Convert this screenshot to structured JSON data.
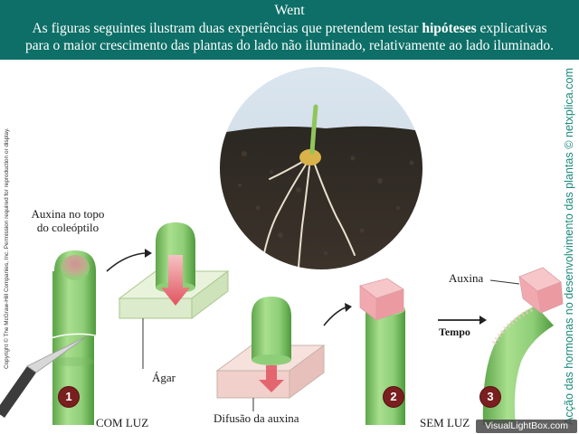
{
  "header": {
    "title": "Went",
    "line1_pre": "As figuras seguintes ilustram duas experiências que pretendem testar ",
    "line1_bold": "hipóteses",
    "line1_post": " explicativas",
    "line2": "para o maior crescimento das plantas do lado não iluminado, relativamente ao lado iluminado."
  },
  "side_credit": "Acção das hormonas no desenvolvimento das plantas © netxplica.com",
  "copyright": "Copyright © The McGraw-Hill Companies, Inc. Permission required for reproduction or display.",
  "labels": {
    "auxin_top_line1": "Auxina no topo",
    "auxin_top_line2": "do coleóptilo",
    "agar": "Ágar",
    "diffusion": "Difusão da auxina",
    "with_light": "COM LUZ",
    "without_light": "SEM LUZ",
    "auxin": "Auxina",
    "time": "Tempo"
  },
  "steps": [
    "1",
    "2",
    "3"
  ],
  "watermark": "VisualLightBox.com",
  "colors": {
    "header_bg": "#0d6f67",
    "credit_text": "#1b8a7c",
    "step_badge": "#7a1f1f",
    "coleoptile_green": "#8fce78",
    "auxin_pink": "#f2a3a8"
  }
}
